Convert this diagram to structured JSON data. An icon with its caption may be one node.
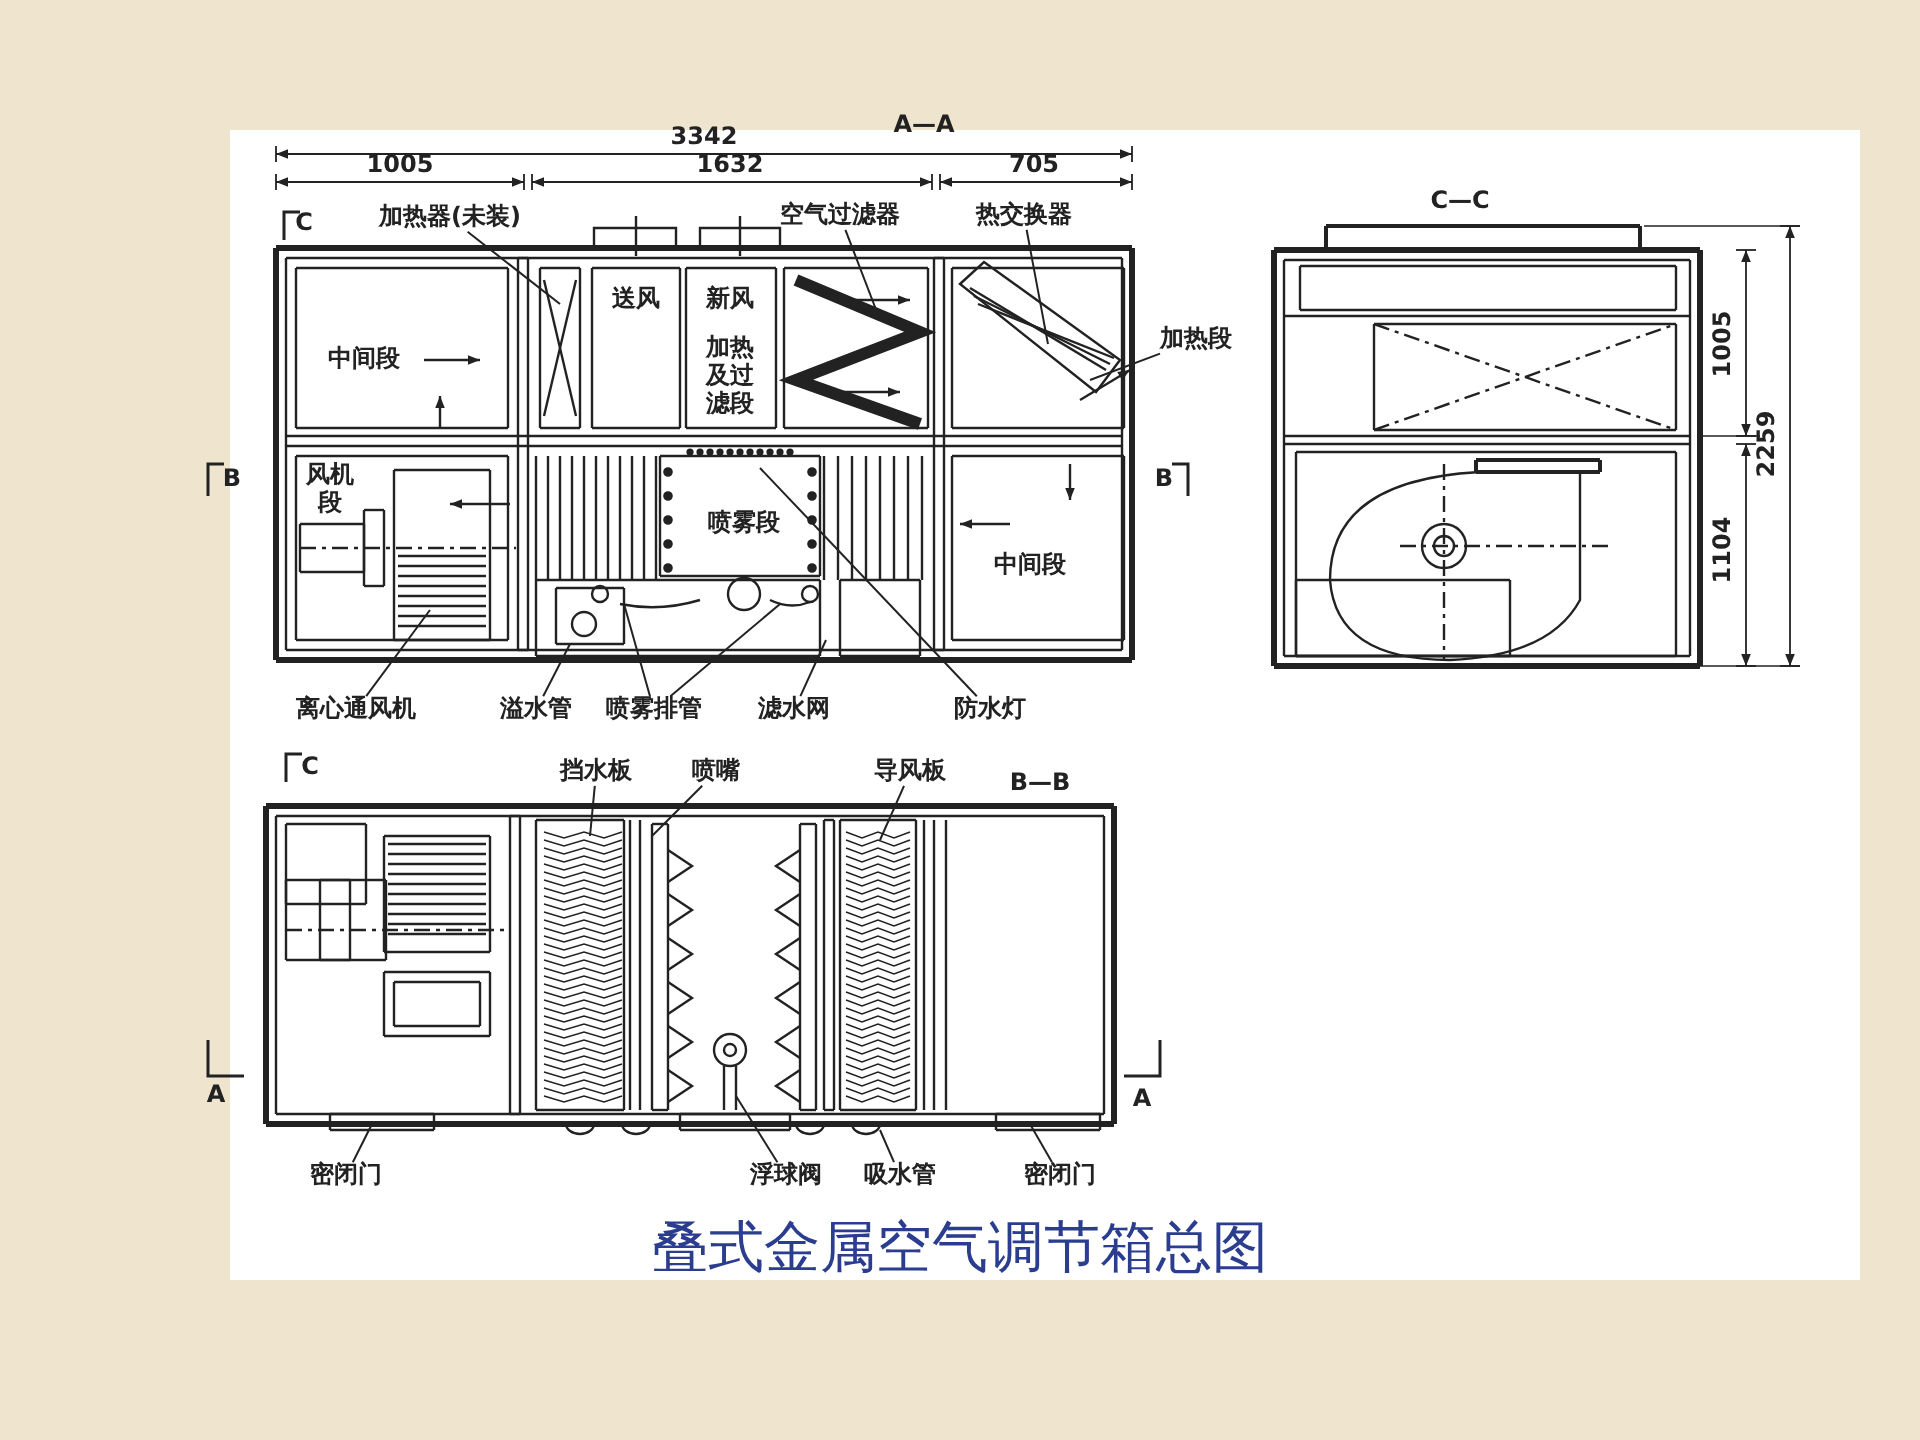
{
  "diagram": {
    "title": "叠式金属空气调节箱总图",
    "nodes": [
      {
        "text": [
          "加热器(未装)"
        ]
      },
      {
        "text": [
          "空气过滤器"
        ]
      },
      {
        "text": [
          "热交换器"
        ]
      },
      {
        "text": [
          "加热段"
        ]
      },
      {
        "text": [
          "离心通风机"
        ]
      },
      {
        "text": [
          "溢水管"
        ]
      },
      {
        "text": [
          "喷雾排管"
        ]
      },
      {
        "text": [
          "滤水网"
        ]
      },
      {
        "text": [
          "防水灯"
        ]
      },
      {
        "text": [
          "挡水板"
        ]
      },
      {
        "text": [
          "喷嘴"
        ]
      },
      {
        "text": [
          "导风板"
        ]
      },
      {
        "text": [
          "密闭门"
        ]
      },
      {
        "text": [
          "浮球阀"
        ]
      },
      {
        "text": [
          "吸水管"
        ]
      },
      {
        "text": [
          "密闭门"
        ]
      }
    ],
    "edges": [
      {
        "from": 0,
        "to": null,
        "arrow": "none"
      },
      {
        "from": 1,
        "to": null,
        "arrow": "none"
      },
      {
        "from": 2,
        "to": null,
        "arrow": "none"
      },
      {
        "from": 3,
        "to": null,
        "arrow": "none"
      },
      {
        "from": 4,
        "to": null,
        "arrow": "none"
      },
      {
        "from": 5,
        "to": null,
        "arrow": "none"
      },
      {
        "from": 6,
        "to": null,
        "arrow": "none"
      },
      {
        "from": 6,
        "to": null,
        "arrow": "none"
      },
      {
        "from": 7,
        "to": null,
        "arrow": "none"
      },
      {
        "from": 8,
        "to": null,
        "arrow": "none"
      },
      {
        "from": 9,
        "to": null,
        "arrow": "none"
      },
      {
        "from": 10,
        "to": null,
        "arrow": "none"
      },
      {
        "from": 11,
        "to": null,
        "arrow": "none"
      },
      {
        "from": 12,
        "to": null,
        "arrow": "none"
      },
      {
        "from": 13,
        "to": null,
        "arrow": "none"
      },
      {
        "from": 14,
        "to": null,
        "arrow": "none"
      },
      {
        "from": 15,
        "to": null,
        "arrow": "none"
      }
    ],
    "labels": [
      "A—A",
      "3342",
      "1005",
      "1632",
      "705",
      "C",
      "C—C",
      "送风",
      "新风",
      "中间段",
      "加热及过滤段",
      "1005",
      "2259",
      "B",
      "风机段",
      "B",
      "喷雾段",
      "中间段",
      "1104",
      "C",
      "B—B",
      "A",
      "A"
    ]
  }
}
